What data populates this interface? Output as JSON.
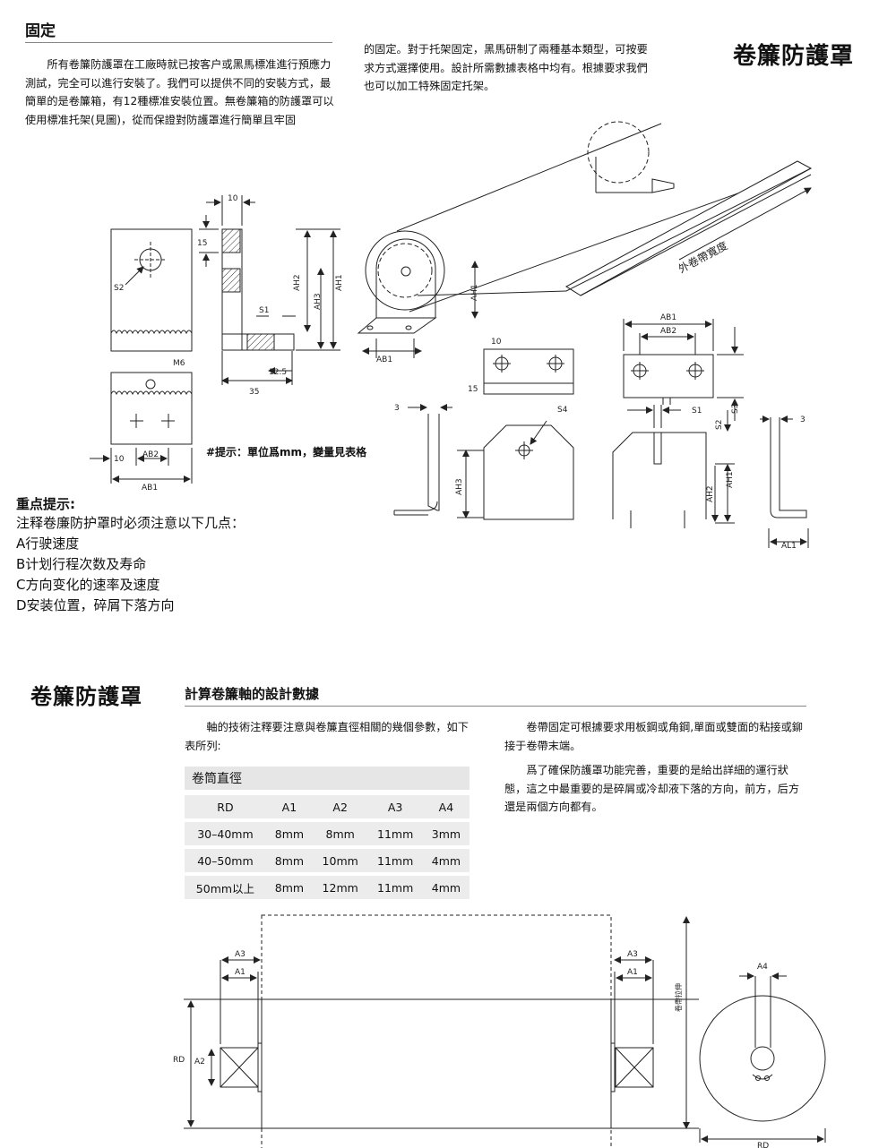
{
  "section1": {
    "title": "固定",
    "para_left": "所有卷簾防護罩在工廠時就已按客户或黑馬標准進行預應力測試，完全可以進行安裝了。我們可以提供不同的安裝方式，最簡單的是卷簾箱，有12種標准安裝位置。無卷簾箱的防護罩可以使用標准托架(見圖)，從而保證對防護罩進行簡單且牢固",
    "para_right": "的固定。對于托架固定，黑馬研制了兩種基本類型，可按要求方式選擇使用。設計所需數據表格中均有。根據要求我們也可以加工特殊固定托架。",
    "brand_title": "卷簾防護罩",
    "hint": "#提示：單位爲mm，變量見表格"
  },
  "diagram_labels": {
    "d10": "10",
    "d15": "15",
    "s2": "S2",
    "ah2": "AH2",
    "ah1": "AH1",
    "ah3": "AH3",
    "s1": "S1",
    "d12_5": "12.5",
    "d35": "35",
    "m6": "M6",
    "ab2": "AB2",
    "ab1": "AB1",
    "width_label": "外卷帶寬度",
    "d3": "3",
    "s4": "S4",
    "s3": "S3",
    "al1": "AL1",
    "a1": "A1",
    "a3": "A3",
    "a2": "A2",
    "a4": "A4",
    "rd": "RD",
    "tape_tension": "卷帶拉伸"
  },
  "notes": {
    "title": "重点提示:",
    "intro": "注释卷廉防护罩时必须注意以下几点：",
    "items": [
      "A行驶速度",
      "B计划行程次数及寿命",
      "C方向变化的速率及速度",
      "D安装位置，碎屑下落方向"
    ]
  },
  "section2": {
    "brand_title": "卷簾防護罩",
    "subtitle": "計算卷簾軸的設計數據",
    "para_left": "軸的技術注釋要注意與卷簾直徑相關的幾個參數，如下表所列:",
    "para_right_1": "卷帶固定可根據要求用板鋼或角鋼,單面或雙面的粘接或鉚接于卷帶末端。",
    "para_right_2": "爲了確保防護罩功能完善，重要的是給出詳細的運行狀態，這之中最重要的是碎屑或冷却液下落的方向，前方，后方還是兩個方向都有。"
  },
  "table": {
    "header": "卷筒直徑",
    "columns": [
      "RD",
      "A1",
      "A2",
      "A3",
      "A4"
    ],
    "rows": [
      [
        "30–40mm",
        "8mm",
        "8mm",
        "11mm",
        "3mm"
      ],
      [
        "40–50mm",
        "8mm",
        "10mm",
        "11mm",
        "4mm"
      ],
      [
        "50mm以上",
        "8mm",
        "12mm",
        "11mm",
        "4mm"
      ]
    ]
  }
}
